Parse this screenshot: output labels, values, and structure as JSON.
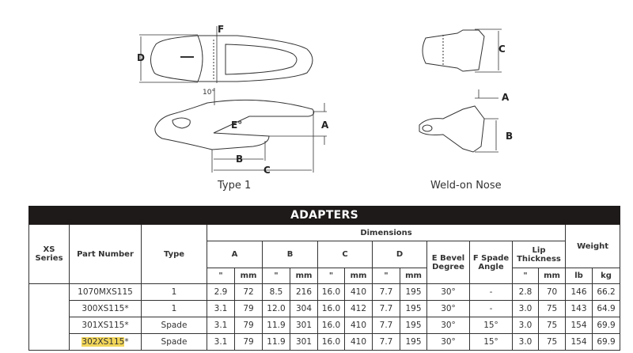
{
  "drawings": {
    "type1": {
      "caption": "Type 1",
      "labels": {
        "D": "D",
        "F": "F",
        "angle": "10°",
        "E": "E°",
        "A": "A",
        "B": "B",
        "C": "C"
      }
    },
    "weld_on_nose": {
      "caption": "Weld-on Nose",
      "labels": {
        "C": "C",
        "A": "A",
        "B": "B"
      }
    }
  },
  "table": {
    "title": "ADAPTERS",
    "headers": {
      "series": "XS Series",
      "part_number": "Part Number",
      "type": "Type",
      "dimensions": "Dimensions",
      "A": "A",
      "B": "B",
      "C": "C",
      "D": "D",
      "E": "E Bevel Degree",
      "F": "F Spade Angle",
      "lip": "Lip Thickness",
      "weight": "Weight",
      "inch": "\"",
      "mm": "mm",
      "lb": "lb",
      "kg": "kg"
    },
    "rows": [
      {
        "part": "1070MXS115",
        "star": "",
        "type": "1",
        "a_in": "2.9",
        "a_mm": "72",
        "b_in": "8.5",
        "b_mm": "216",
        "c_in": "16.0",
        "c_mm": "410",
        "d_in": "7.7",
        "d_mm": "195",
        "e": "30°",
        "f": "-",
        "lip_in": "2.8",
        "lip_mm": "70",
        "lb": "146",
        "kg": "66.2"
      },
      {
        "part": "300XS115",
        "star": "*",
        "type": "1",
        "a_in": "3.1",
        "a_mm": "79",
        "b_in": "12.0",
        "b_mm": "304",
        "c_in": "16.0",
        "c_mm": "412",
        "d_in": "7.7",
        "d_mm": "195",
        "e": "30°",
        "f": "-",
        "lip_in": "3.0",
        "lip_mm": "75",
        "lb": "143",
        "kg": "64.9"
      },
      {
        "part": "301XS115",
        "star": "*",
        "type": "Spade",
        "a_in": "3.1",
        "a_mm": "79",
        "b_in": "11.9",
        "b_mm": "301",
        "c_in": "16.0",
        "c_mm": "410",
        "d_in": "7.7",
        "d_mm": "195",
        "e": "30°",
        "f": "15°",
        "lip_in": "3.0",
        "lip_mm": "75",
        "lb": "154",
        "kg": "69.9"
      },
      {
        "part": "302XS115",
        "star": "*",
        "type": "Spade",
        "a_in": "3.1",
        "a_mm": "79",
        "b_in": "11.9",
        "b_mm": "301",
        "c_in": "16.0",
        "c_mm": "410",
        "d_in": "7.7",
        "d_mm": "195",
        "e": "30°",
        "f": "15°",
        "lip_in": "3.0",
        "lip_mm": "75",
        "lb": "154",
        "kg": "69.9",
        "highlighted": true
      }
    ]
  }
}
